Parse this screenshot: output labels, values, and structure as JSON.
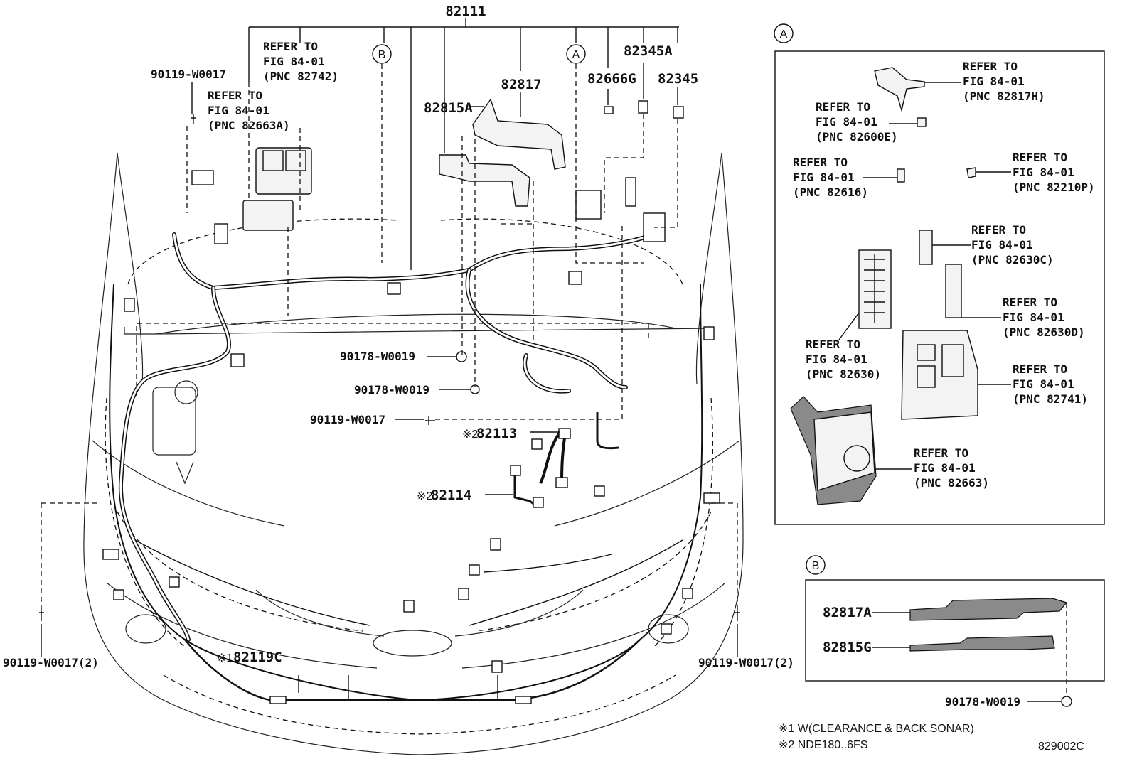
{
  "diagram": {
    "part_labels": {
      "main_harness": "82111",
      "harness_82817": "82817",
      "harness_82815A": "82815A",
      "clip_82666G": "82666G",
      "relay_82345A": "82345A",
      "relay_82345": "82345",
      "wire_82113": "82113",
      "wire_82114": "82114",
      "wire_82119C": "82119C"
    },
    "marks": {
      "note1_mark": "※1",
      "note2_mark": "※2"
    },
    "callouts": {
      "A": "A",
      "B": "B"
    },
    "fasteners": {
      "bolt_top_left": "90119-W0017",
      "clip_center_1": "90178-W0019",
      "clip_center_2": "90178-W0019",
      "bolt_center": "90119-W0017",
      "bolt_left": "90119-W0017(2)",
      "bolt_right": "90119-W0017(2)"
    },
    "refer_main": [
      {
        "l1": "REFER TO",
        "l2": "FIG 84-01",
        "l3": "(PNC 82742)"
      },
      {
        "l1": "REFER TO",
        "l2": "FIG 84-01",
        "l3": "(PNC 82663A)"
      }
    ],
    "panel_A": {
      "refers": [
        {
          "l1": "REFER TO",
          "l2": "FIG 84-01",
          "l3": "(PNC 82817H)"
        },
        {
          "l1": "REFER TO",
          "l2": "FIG 84-01",
          "l3": "(PNC 82600E)"
        },
        {
          "l1": "REFER TO",
          "l2": "FIG 84-01",
          "l3": "(PNC 82616)"
        },
        {
          "l1": "REFER TO",
          "l2": "FIG 84-01",
          "l3": "(PNC 82210P)"
        },
        {
          "l1": "REFER TO",
          "l2": "FIG 84-01",
          "l3": "(PNC 82630C)"
        },
        {
          "l1": "REFER TO",
          "l2": "FIG 84-01",
          "l3": "(PNC 82630D)"
        },
        {
          "l1": "REFER TO",
          "l2": "FIG 84-01",
          "l3": "(PNC 82630)"
        },
        {
          "l1": "REFER TO",
          "l2": "FIG 84-01",
          "l3": "(PNC 82741)"
        },
        {
          "l1": "REFER TO",
          "l2": "FIG 84-01",
          "l3": "(PNC 82663)"
        }
      ]
    },
    "panel_B": {
      "part1": "82817A",
      "part2": "82815G",
      "fastener": "90178-W0019"
    },
    "notes": {
      "note1": "※1 W(CLEARANCE & BACK SONAR)",
      "note2": "※2 NDE180..6FS"
    },
    "diagram_id": "829002C"
  }
}
